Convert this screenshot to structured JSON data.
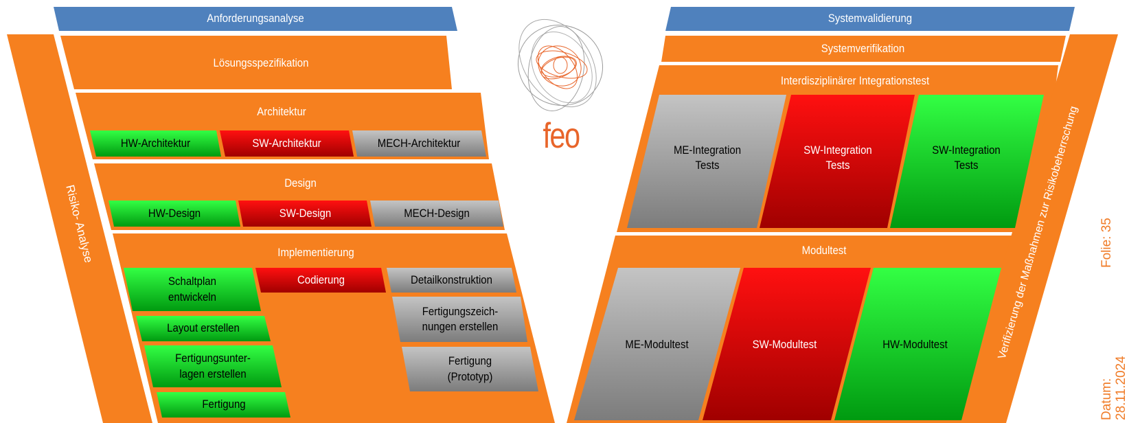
{
  "colors": {
    "orange": "#f6801f",
    "blue": "#4f81bd",
    "green": "#00e020",
    "red": "#e00000",
    "gray": "#a6a6a6"
  },
  "header_left": "Anforderungsanalyse",
  "header_right": "Systemvalidierung",
  "left_side_label": "Risiko- Analyse",
  "right_side_label": "Verifizierung der Maßnahmen zur Risikobeherrschung",
  "logo_text": "feo",
  "left": {
    "spec": "Lösungsspezifikation",
    "architecture": {
      "title": "Architektur",
      "hw": "HW-Architektur",
      "sw": "SW-Architektur",
      "mech": "MECH-Architektur"
    },
    "design": {
      "title": "Design",
      "hw": "HW-Design",
      "sw": "SW-Design",
      "mech": "MECH-Design"
    },
    "implementation": {
      "title": "Implementierung",
      "schaltplan": "Schaltplan\nentwickeln",
      "layout": "Layout erstellen",
      "fertigungsunterlagen": "Fertigungsunter-\nlagen erstellen",
      "fertigung": "Fertigung",
      "codierung": "Codierung",
      "detail": "Detailkonstruktion",
      "zeichnungen": "Fertigungszeich-\nnungen erstellen",
      "prototyp": "Fertigung\n(Prototyp)"
    }
  },
  "right": {
    "systemverifikation": "Systemverifikation",
    "integration": {
      "title": "Interdisziplinärer Integrationstest",
      "me": "ME-Integration\nTests",
      "sw": "SW-Integration\nTests",
      "hw": "SW-Integration\nTests"
    },
    "modultest": {
      "title": "Modultest",
      "me": "ME-Modultest",
      "sw": "SW-Modultest",
      "hw": "HW-Modultest"
    }
  },
  "footer": {
    "folie": "Folie: 35",
    "datum": "Datum:",
    "datum_value": "28.11.2024"
  }
}
